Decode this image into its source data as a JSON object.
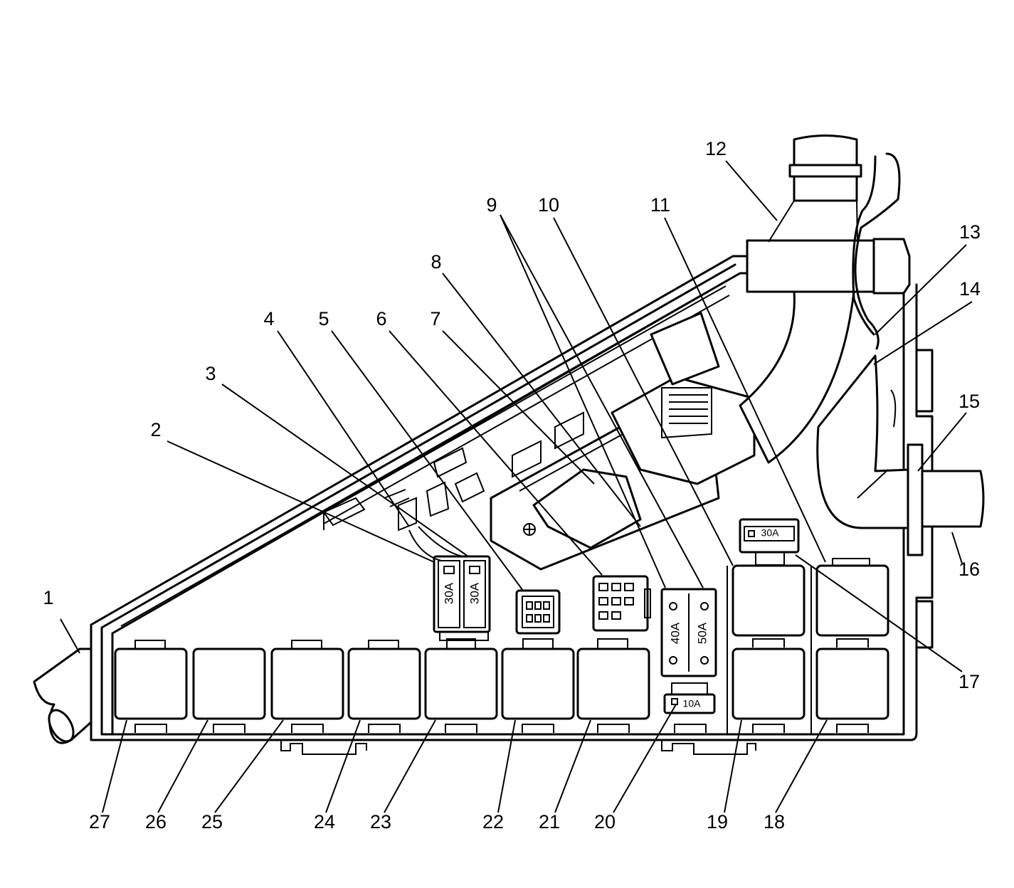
{
  "callouts": {
    "c1": "1",
    "c2": "2",
    "c3": "3",
    "c4": "4",
    "c5": "5",
    "c6": "6",
    "c7": "7",
    "c8": "8",
    "c9": "9",
    "c10": "10",
    "c11": "11",
    "c12": "12",
    "c13": "13",
    "c14": "14",
    "c15": "15",
    "c16": "16",
    "c17": "17",
    "c18": "18",
    "c19": "19",
    "c20": "20",
    "c21": "21",
    "c22": "22",
    "c23": "23",
    "c24": "24",
    "c25": "25",
    "c26": "26",
    "c27": "27"
  },
  "fuse_ratings": {
    "maxi_left": "30A",
    "maxi_right": "30A",
    "maxi_40": "40A",
    "maxi_50": "50A",
    "mini_10": "10A",
    "mini_30": "30A"
  }
}
